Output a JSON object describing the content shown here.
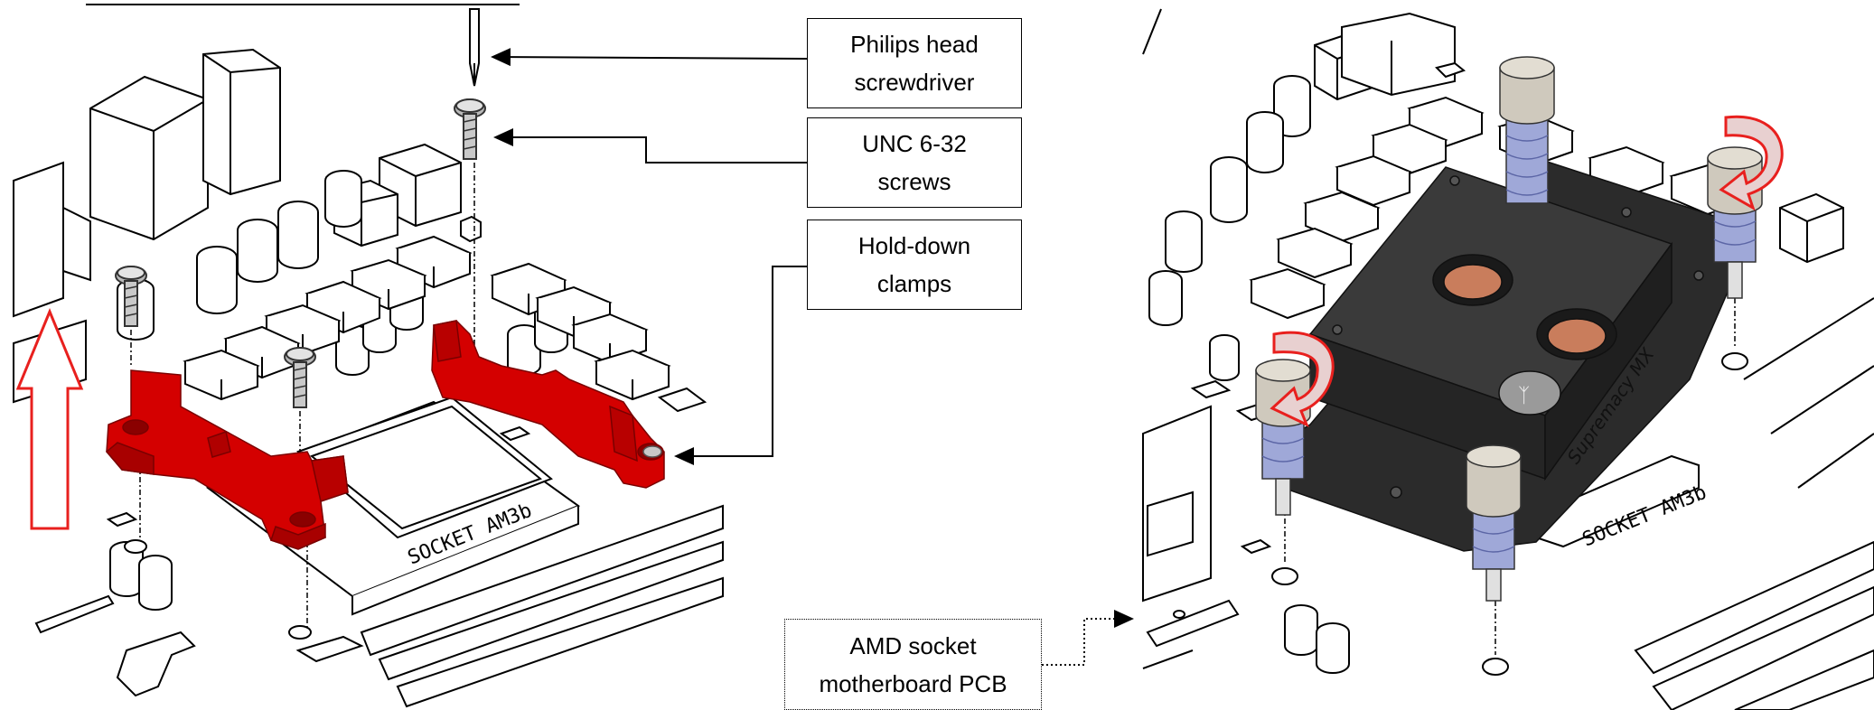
{
  "callouts": {
    "screwdriver": {
      "line1": "Philips head",
      "line2": "screwdriver"
    },
    "screws": {
      "line1": "UNC 6-32",
      "line2": "screws"
    },
    "clamps": {
      "line1": "Hold-down",
      "line2": "clamps"
    },
    "pcb": {
      "line1": "AMD socket",
      "line2": "motherboard PCB"
    }
  },
  "engravings": {
    "socket_left": "SOCKET AM3b",
    "socket_right": "SOCKET AM3b",
    "block_brand": "Supremacy MX"
  },
  "colors": {
    "clamp_red": "#d40000",
    "arrow_red": "#e8201e",
    "block_dark": "#2e2e2e",
    "cap_beige": "#cfc9bd",
    "spring_blue": "#9fa8d8",
    "copper": "#c97d5c"
  }
}
